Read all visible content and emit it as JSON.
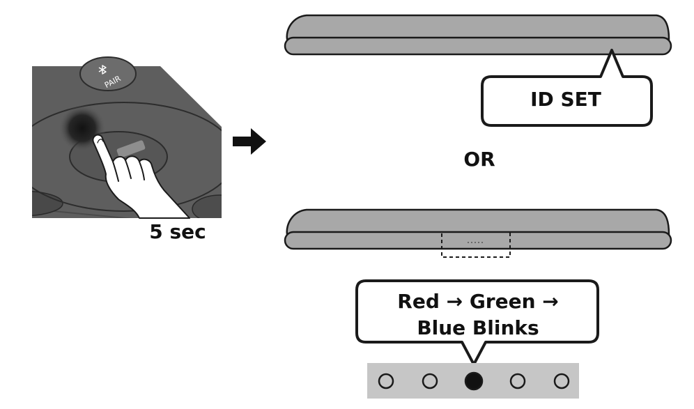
{
  "remote": {
    "pair_label": "PAIR",
    "hold_time_label": "5 sec"
  },
  "callout_top": {
    "text": "ID SET"
  },
  "or_label": "OR",
  "callout_bottom": {
    "line1": "Red → Green →",
    "line2": "Blue Blinks"
  },
  "indicator_leds": {
    "count": 5,
    "active_index": 2
  },
  "colors": {
    "soundbar_body": "#a8a8a8",
    "soundbar_edge": "#1a1a1a",
    "remote_body": "#5e5e5e",
    "led_strip": "#c6c6c6",
    "led_active": "#111111"
  }
}
